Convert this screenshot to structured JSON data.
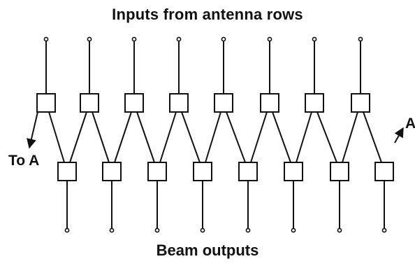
{
  "title_top": "Inputs from antenna rows",
  "title_bottom": "Beam outputs",
  "label_to_a": "To A",
  "label_a": "A",
  "diagram": {
    "top_inputs": 8,
    "bottom_outputs": 8,
    "stroke_color": "#111111",
    "box_fill": "#ffffff"
  }
}
